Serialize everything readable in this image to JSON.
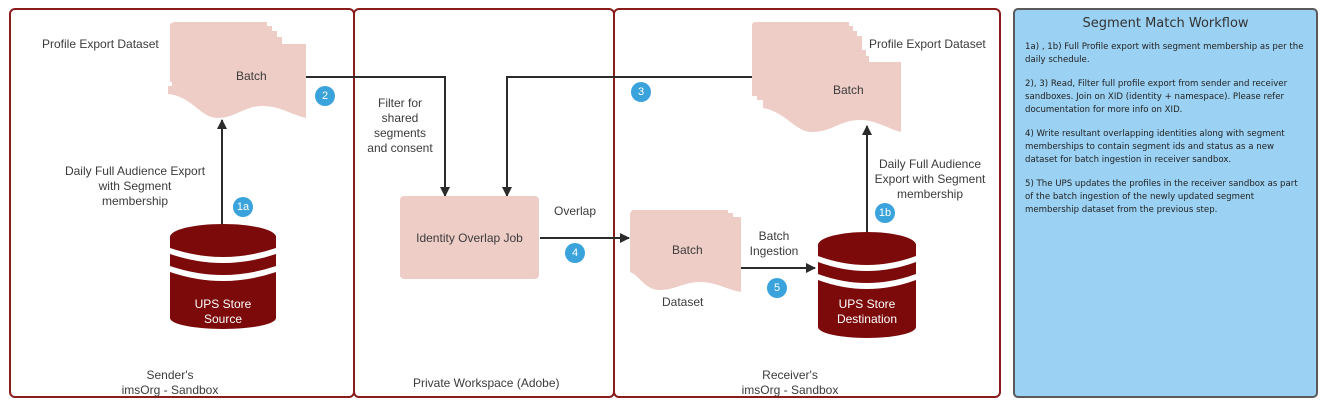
{
  "colors": {
    "panel_border": "#8a1c1c",
    "batch_fill": "#eecdc7",
    "db_fill": "#7c0a0a",
    "badge": "#3aa3dc",
    "info_fill": "#9bd1f2",
    "arrow": "#2b2b2b"
  },
  "panels": {
    "sender": {
      "title": "Sender's",
      "subtitle": "imsOrg - Sandbox"
    },
    "workspace": {
      "title": "Private Workspace (Adobe)"
    },
    "receiver": {
      "title": "Receiver's",
      "subtitle": "imsOrg - Sandbox"
    }
  },
  "sender": {
    "dataset_label": "Profile Export Dataset",
    "batch_label": "Batch",
    "export_label": [
      "Daily Full Audience Export",
      "with Segment",
      "membership"
    ],
    "db_label": [
      "UPS Store",
      "Source"
    ]
  },
  "workspace": {
    "filter_label": [
      "Filter for",
      "shared",
      "segments",
      "and consent"
    ],
    "job_label": "Identity Overlap Job",
    "overlap_label": "Overlap"
  },
  "receiver": {
    "dataset_label": "Profile  Export Dataset",
    "batch_label": "Batch",
    "export_label": [
      "Daily Full Audience",
      "Export with Segment",
      "membership"
    ],
    "overlap_batch_label": "Batch",
    "overlap_dataset_label": "Dataset",
    "ingestion_label": [
      "Batch",
      "Ingestion"
    ],
    "db_label": [
      "UPS Store",
      "Destination"
    ]
  },
  "badges": {
    "b1a": "1a",
    "b1b": "1b",
    "b2": "2",
    "b3": "3",
    "b4": "4",
    "b5": "5"
  },
  "info": {
    "title": "Segment Match  Workflow",
    "steps": [
      "1a) , 1b) Full Profile export with segment membership as per the daily schedule.",
      "2), 3)  Read, Filter full profile export from sender and receiver sandboxes. Join on XID (identity + namespace).  Please refer documentation for more info on XID.",
      "4) Write resultant overlapping identities along with segment memberships to contain segment ids and status as a new dataset for batch ingestion in receiver sandbox.",
      "5) The UPS updates the profiles in the receiver sandbox as part of the batch ingestion of the newly updated segment membership dataset from the previous step."
    ]
  }
}
